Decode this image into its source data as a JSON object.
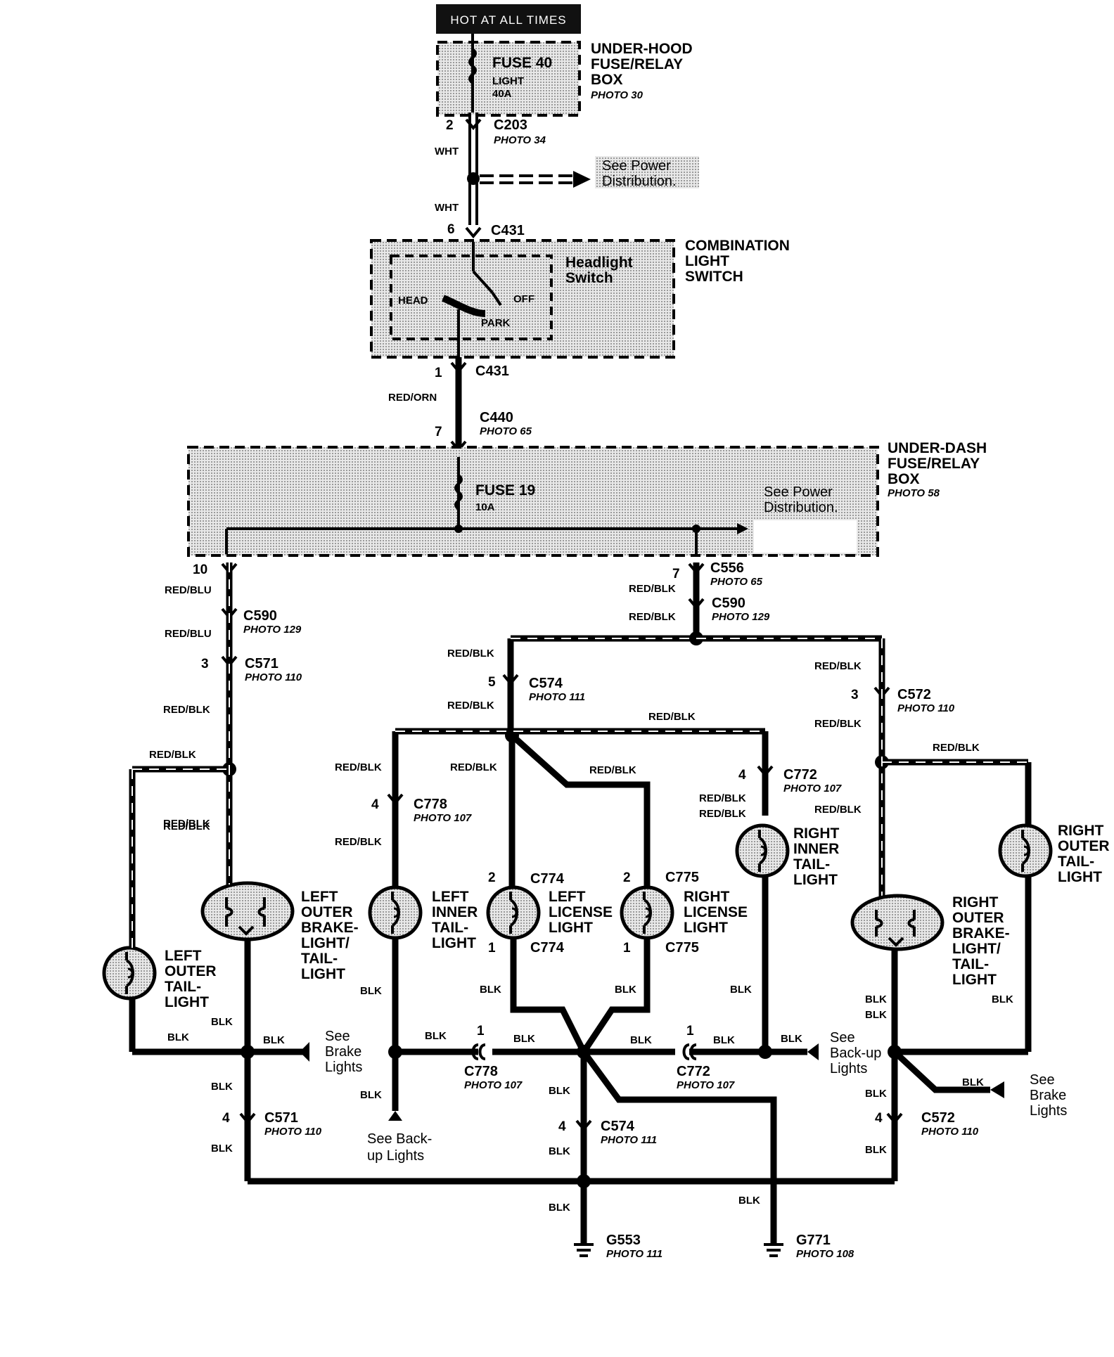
{
  "header": {
    "hot_label": "HOT AT ALL TIMES"
  },
  "components": {
    "under_hood_box": {
      "line1": "UNDER-HOOD",
      "line2": "FUSE/RELAY",
      "line3": "BOX",
      "photo": "PHOTO 30"
    },
    "fuse40": {
      "name": "FUSE 40",
      "sub": "LIGHT",
      "rating": "40A"
    },
    "combo_switch": {
      "line1": "COMBINATION",
      "line2": "LIGHT",
      "line3": "SWITCH",
      "inner1": "Headlight",
      "inner2": "Switch",
      "head": "HEAD",
      "off": "OFF",
      "park": "PARK"
    },
    "under_dash_box": {
      "line1": "UNDER-DASH",
      "line2": "FUSE/RELAY",
      "line3": "BOX",
      "photo": "PHOTO 58"
    },
    "fuse19": {
      "name": "FUSE 19",
      "rating": "10A"
    },
    "left_outer_brake": {
      "l1": "LEFT",
      "l2": "OUTER",
      "l3": "BRAKE-",
      "l4": "LIGHT/",
      "l5": "TAIL-",
      "l6": "LIGHT"
    },
    "left_outer_tail": {
      "l1": "LEFT",
      "l2": "OUTER",
      "l3": "TAIL-",
      "l4": "LIGHT"
    },
    "left_inner_tail": {
      "l1": "LEFT",
      "l2": "INNER",
      "l3": "TAIL-",
      "l4": "LIGHT"
    },
    "left_license": {
      "l1": "LEFT",
      "l2": "LICENSE",
      "l3": "LIGHT"
    },
    "right_license": {
      "l1": "RIGHT",
      "l2": "LICENSE",
      "l3": "LIGHT"
    },
    "right_inner_tail": {
      "l1": "RIGHT",
      "l2": "INNER",
      "l3": "TAIL-",
      "l4": "LIGHT"
    },
    "right_outer_tail": {
      "l1": "RIGHT",
      "l2": "OUTER",
      "l3": "TAIL-",
      "l4": "LIGHT"
    },
    "right_outer_brake": {
      "l1": "RIGHT",
      "l2": "OUTER",
      "l3": "BRAKE-",
      "l4": "LIGHT/",
      "l5": "TAIL-",
      "l6": "LIGHT"
    }
  },
  "notes": {
    "see_power_1a": "See Power",
    "see_power_1b": "Distribution.",
    "see_power_2a": "See Power",
    "see_power_2b": "Distribution.",
    "see_brake_l1": "See",
    "see_brake_l2": "Brake",
    "see_brake_l3": "Lights",
    "see_backup_b1": "See Back-",
    "see_backup_b2": "up Lights",
    "see_backup_r1": "See",
    "see_backup_r2": "Back-up",
    "see_backup_r3": "Lights",
    "see_brake_r1": "See",
    "see_brake_r2": "Brake",
    "see_brake_r3": "Lights"
  },
  "connectors": {
    "c203": "C203",
    "c431_top": "C431",
    "c431_bot": "C431",
    "c440": "C440",
    "c556": "C556",
    "c590_l": "C590",
    "c590_r": "C590",
    "c571_top": "C571",
    "c574_top": "C574",
    "c572_top": "C572",
    "c778_top": "C778",
    "c772_top": "C772",
    "c774_top": "C774",
    "c775_top": "C775",
    "c774_bot": "C774",
    "c775_bot": "C775",
    "c778_bot": "C778",
    "c772_bot": "C772",
    "c571_bot": "C571",
    "c574_bot": "C574",
    "c572_bot": "C572",
    "g553": "G553",
    "g771": "G771"
  },
  "photos": {
    "p34": "PHOTO 34",
    "p65a": "PHOTO 65",
    "p65b": "PHOTO 65",
    "p129a": "PHOTO 129",
    "p129b": "PHOTO 129",
    "p110a": "PHOTO 110",
    "p111a": "PHOTO 111",
    "p110b": "PHOTO 110",
    "p107a": "PHOTO 107",
    "p107b": "PHOTO 107",
    "p107c": "PHOTO 107",
    "p107d": "PHOTO 107",
    "p110c": "PHOTO 110",
    "p111b": "PHOTO 111",
    "p110d": "PHOTO 110",
    "p111c": "PHOTO 111",
    "p108": "PHOTO 108"
  },
  "pins": {
    "p2": "2",
    "p6": "6",
    "p1": "1",
    "p7": "7",
    "p10": "10",
    "p7b": "7",
    "p3": "3",
    "p5": "5",
    "p3b": "3",
    "p4a": "4",
    "p4b": "4",
    "p2a": "2",
    "p2b": "2",
    "p1a": "1",
    "p1b": "1",
    "p1c": "1",
    "p1d": "1",
    "p4c": "4",
    "p4d": "4",
    "p4e": "4"
  },
  "wire_colors": {
    "wht1": "WHT",
    "wht2": "WHT",
    "redorn": "RED/ORN",
    "redblu1": "RED/BLU",
    "redblu2": "RED/BLU",
    "redblk_a": "RED/BLK",
    "redblk_b": "RED/BLK",
    "redblk_c": "RED/BLK",
    "redblk_d": "RED/BLK",
    "redblk_e": "RED/BLK",
    "redblk_f": "RED/BLK",
    "redblk_g": "RED/BLK",
    "redblk_h": "RED/BLK",
    "redblk_i": "RED/BLK",
    "redblk_j": "RED/BLK",
    "redblk_k": "RED/BLK",
    "redblk_l": "RED/BLK",
    "redblk_m": "RED/BLK",
    "redblk_n": "RED/BLK",
    "redblk_o": "RED/BLK",
    "redblk_p": "RED/BLK",
    "redblk_q": "RED/BLK",
    "redblk_r": "RED/BLK",
    "redblk_s": "RED/BLK",
    "blk_a": "BLK",
    "blk_b": "BLK",
    "blk_c": "BLK",
    "blk_d": "BLK",
    "blk_e": "BLK",
    "blk_f": "BLK",
    "blk_g": "BLK",
    "blk_h": "BLK",
    "blk_i": "BLK",
    "blk_j": "BLK",
    "blk_k": "BLK",
    "blk_l": "BLK",
    "blk_m": "BLK",
    "blk_n": "BLK",
    "blk_o": "BLK",
    "blk_p": "BLK",
    "blk_q": "BLK",
    "blk_r": "BLK",
    "blk_s": "BLK",
    "blk_t": "BLK",
    "blk_u": "BLK",
    "blk_v": "BLK",
    "blk_w": "BLK",
    "blk_x": "BLK",
    "blk_y": "BLK"
  }
}
